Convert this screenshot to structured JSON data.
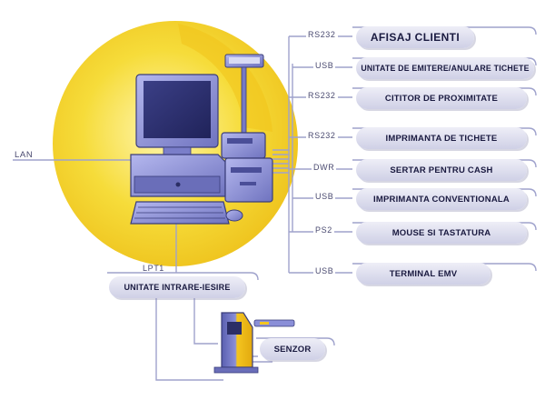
{
  "diagram": {
    "network_label": "LAN",
    "parallel_port_label": "LPT1",
    "io_unit": "UNITATE INTRARE-IESIRE",
    "sensor": "SENZOR",
    "peripherals": [
      {
        "port": "RS232",
        "label": "AFISAJ CLIENTI"
      },
      {
        "port": "USB",
        "label": "UNITATE DE EMITERE/ANULARE TICHETE"
      },
      {
        "port": "RS232",
        "label": "CITITOR DE PROXIMITATE"
      },
      {
        "port": "RS232",
        "label": "IMPRIMANTA DE TICHETE"
      },
      {
        "port": "DWR",
        "label": "SERTAR PENTRU CASH"
      },
      {
        "port": "USB",
        "label": "IMPRIMANTA CONVENTIONALA"
      },
      {
        "port": "PS2",
        "label": "MOUSE SI TASTATURA"
      },
      {
        "port": "USB",
        "label": "TERMINAL EMV"
      }
    ]
  },
  "colors": {
    "sun": "#f2d12e",
    "device": "#8f93d8",
    "pill": "#d8d9ec",
    "line": "#9fa2cc",
    "sensor": "#f0c020"
  }
}
